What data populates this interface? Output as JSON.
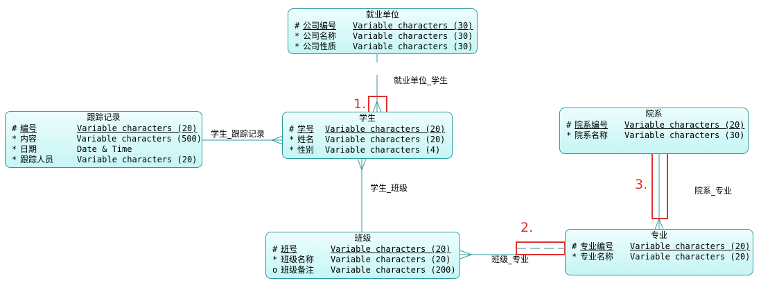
{
  "entities": {
    "employer": {
      "title": "就业单位",
      "attrs": [
        {
          "mark": "#",
          "name": "公司编号",
          "type": "Variable characters (30)"
        },
        {
          "mark": "*",
          "name": "公司名称",
          "type": "Variable characters (30)"
        },
        {
          "mark": "*",
          "name": "公司性质",
          "type": "Variable characters (30)"
        }
      ]
    },
    "tracking": {
      "title": "跟踪记录",
      "attrs": [
        {
          "mark": "#",
          "name": "编号",
          "type": "Variable characters (20)"
        },
        {
          "mark": "*",
          "name": "内容",
          "type": "Variable characters (500)"
        },
        {
          "mark": "*",
          "name": "日期",
          "type": "Date & Time"
        },
        {
          "mark": "*",
          "name": "跟踪人员",
          "type": "Variable characters (20)"
        }
      ]
    },
    "student": {
      "title": "学生",
      "attrs": [
        {
          "mark": "#",
          "name": "学号",
          "type": "Variable characters (20)"
        },
        {
          "mark": "*",
          "name": "姓名",
          "type": "Variable characters (20)"
        },
        {
          "mark": "*",
          "name": "性别",
          "type": "Variable characters (4)"
        }
      ]
    },
    "department": {
      "title": "院系",
      "attrs": [
        {
          "mark": "#",
          "name": "院系编号",
          "type": "Variable characters (20)"
        },
        {
          "mark": "*",
          "name": "院系名称",
          "type": "Variable characters (30)"
        }
      ]
    },
    "class": {
      "title": "班级",
      "attrs": [
        {
          "mark": "#",
          "name": "班号",
          "type": "Variable characters (20)"
        },
        {
          "mark": "*",
          "name": "班级名称",
          "type": "Variable characters (20)"
        },
        {
          "mark": "o",
          "name": "班级备注",
          "type": "Variable characters (200)"
        }
      ]
    },
    "major": {
      "title": "专业",
      "attrs": [
        {
          "mark": "#",
          "name": "专业编号",
          "type": "Variable characters (20)"
        },
        {
          "mark": "*",
          "name": "专业名称",
          "type": "Variable characters (20)"
        }
      ]
    }
  },
  "relationships": {
    "employer_student": "就业单位_学生",
    "student_tracking": "学生_跟踪记录",
    "student_class": "学生_班级",
    "class_major": "班级_专业",
    "department_major": "院系_专业"
  },
  "markers": {
    "m1": "1.",
    "m2": "2.",
    "m3": "3."
  },
  "colors": {
    "entity_border": "#2a9a9c",
    "link": "#2a9a9c",
    "highlight": "#e03030"
  }
}
